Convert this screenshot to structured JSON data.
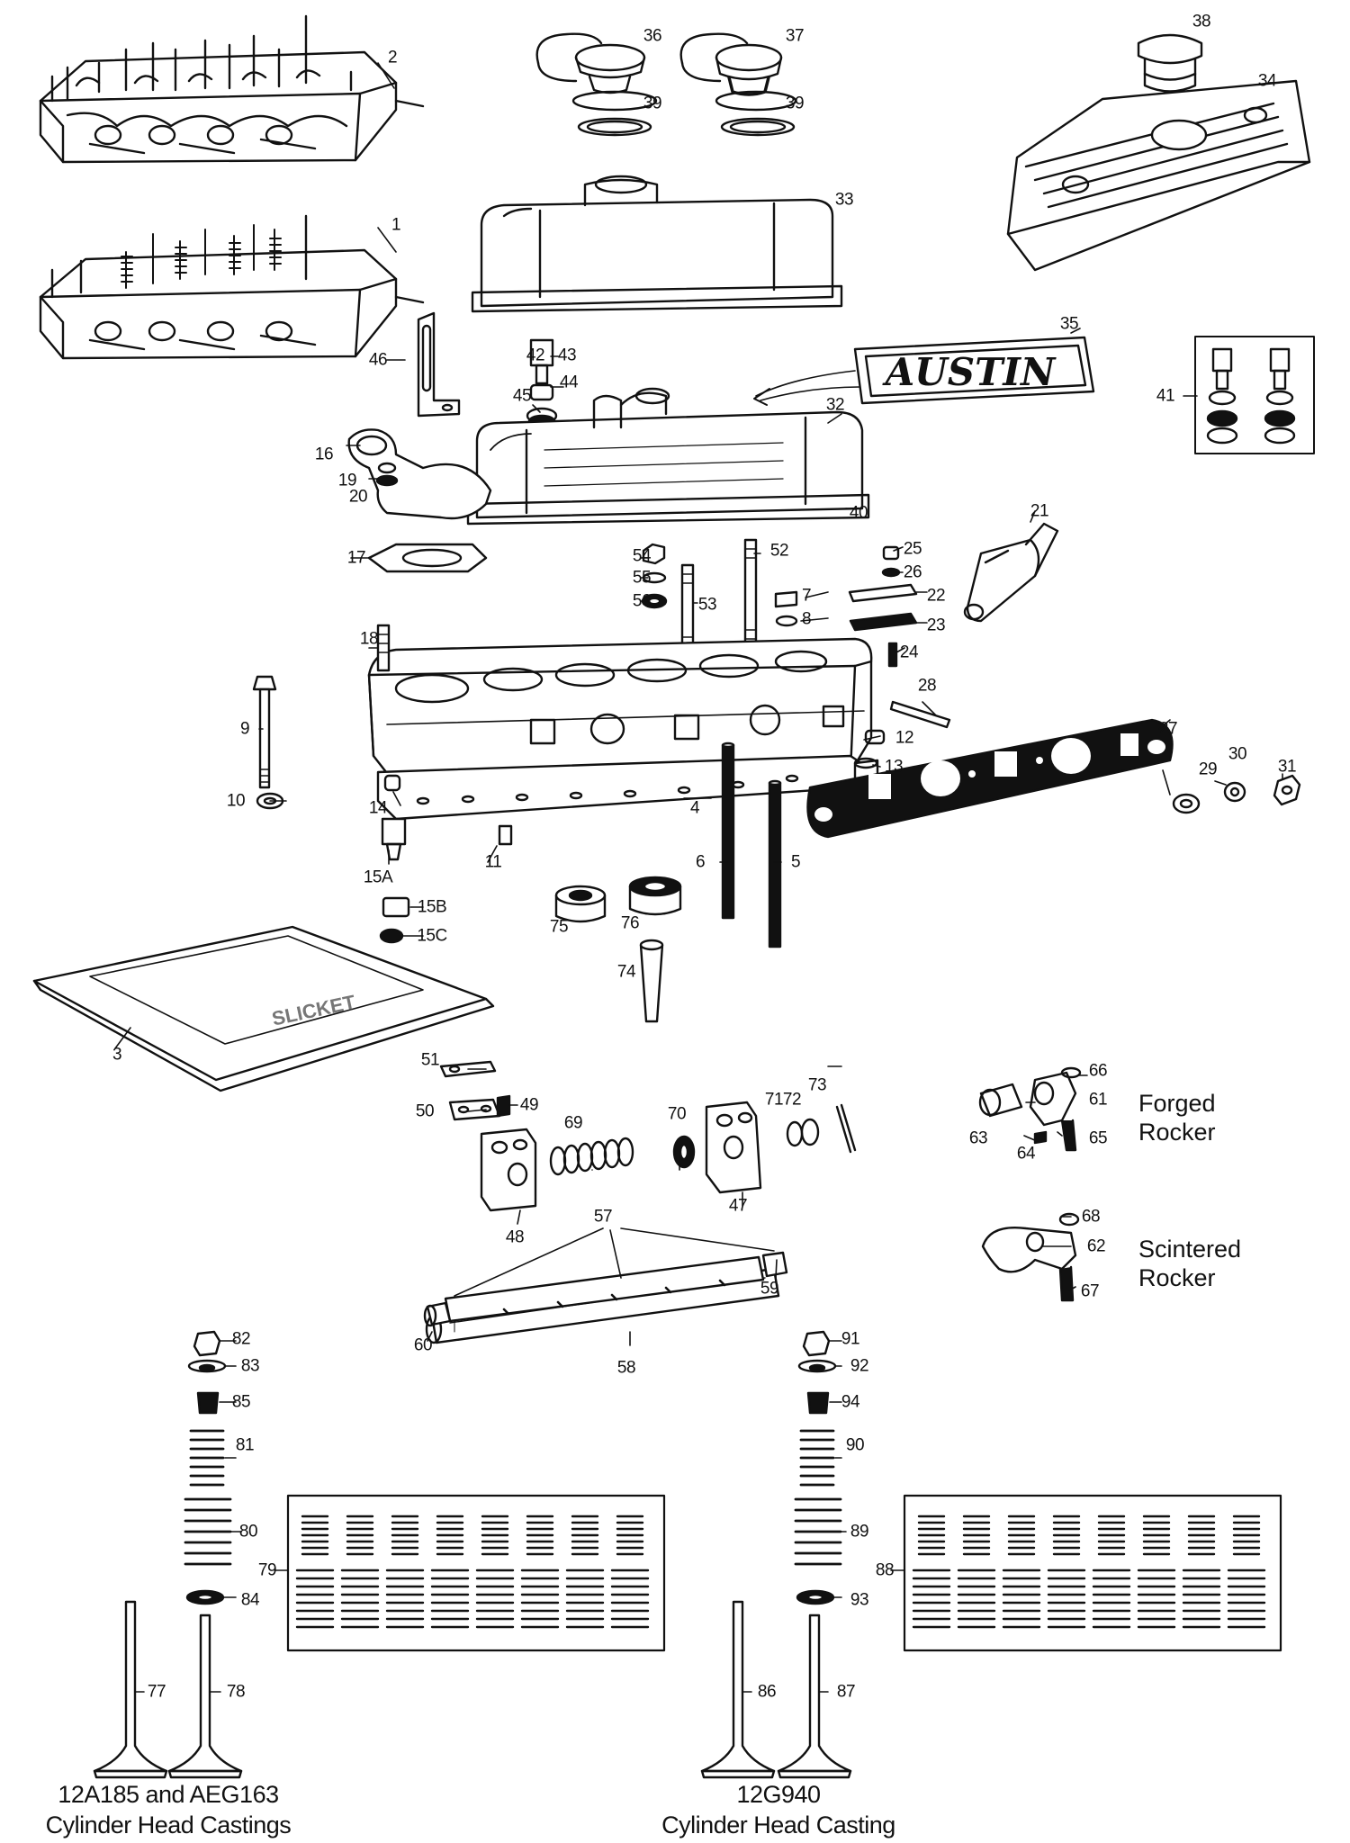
{
  "diagram": {
    "callouts": [
      "1",
      "2",
      "3",
      "4",
      "5",
      "6",
      "7",
      "8",
      "9",
      "10",
      "11",
      "12",
      "13",
      "14",
      "15A",
      "15B",
      "15C",
      "16",
      "17",
      "18",
      "19",
      "20",
      "21",
      "22",
      "23",
      "24",
      "25",
      "26",
      "27",
      "28",
      "29",
      "30",
      "31",
      "32",
      "33",
      "34",
      "35",
      "36",
      "37",
      "38",
      "39",
      "39",
      "40",
      "41",
      "42",
      "43",
      "44",
      "45",
      "46",
      "47",
      "48",
      "49",
      "50",
      "51",
      "52",
      "53",
      "54",
      "55",
      "56",
      "57",
      "58",
      "59",
      "60",
      "61",
      "62",
      "63",
      "64",
      "65",
      "66",
      "67",
      "68",
      "69",
      "70",
      "71",
      "72",
      "73",
      "74",
      "75",
      "76",
      "77",
      "78",
      "79",
      "80",
      "81",
      "82",
      "83",
      "84",
      "85",
      "86",
      "87",
      "88",
      "89",
      "90",
      "91",
      "92",
      "93",
      "94"
    ],
    "badge_text": "AUSTIN",
    "tray_text": "SLICKET",
    "forged_rocker": [
      "Forged",
      "Rocker"
    ],
    "scintered_rocker": [
      "Scintered",
      "Rocker"
    ],
    "caption_left": [
      "12A185 and AEG163",
      "Cylinder Head Castings"
    ],
    "caption_right": [
      "12G940",
      "Cylinder Head Casting"
    ]
  }
}
